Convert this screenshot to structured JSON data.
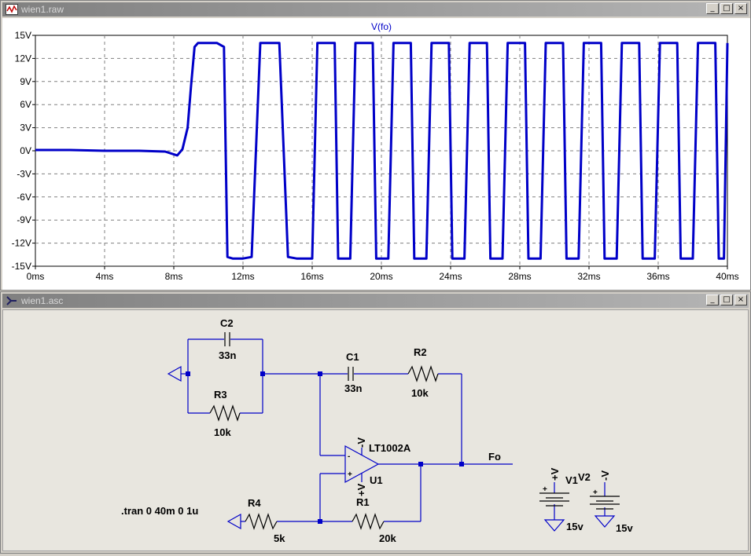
{
  "waveform_window": {
    "title": "wien1.raw",
    "buttons": {
      "minimize": "_",
      "maximize": "□",
      "close": "×"
    }
  },
  "schematic_window": {
    "title": "wien1.asc",
    "buttons": {
      "minimize": "_",
      "maximize": "□",
      "close": "×"
    }
  },
  "chart_data": {
    "type": "line",
    "title": "V(fo)",
    "xlabel": "",
    "ylabel": "",
    "xlim": [
      0,
      40
    ],
    "ylim": [
      -15,
      15
    ],
    "x_ticks": [
      "0ms",
      "4ms",
      "8ms",
      "12ms",
      "16ms",
      "20ms",
      "24ms",
      "28ms",
      "32ms",
      "36ms",
      "40ms"
    ],
    "y_ticks": [
      "15V",
      "12V",
      "9V",
      "6V",
      "3V",
      "0V",
      "-3V",
      "-6V",
      "-9V",
      "-12V",
      "-15V"
    ],
    "grid": true,
    "color": "#0000c8",
    "series": [
      {
        "name": "V(fo)",
        "x": [
          0,
          2,
          4,
          6,
          7.5,
          8.2,
          8.5,
          8.8,
          9.0,
          9.2,
          9.4,
          9.6,
          10.0,
          10.5,
          10.9,
          11.1,
          11.4,
          11.7,
          12.0,
          12.5,
          13.0,
          13.2,
          13.5,
          13.8,
          14.1,
          14.6,
          15.1,
          15.3,
          15.6,
          16.0,
          16.3,
          16.8,
          17.3,
          17.5,
          17.8,
          18.2,
          18.5,
          19.0,
          19.5,
          19.7,
          20.0,
          20.4,
          20.7,
          21.2,
          21.7,
          21.9,
          22.2,
          22.6,
          22.9,
          23.4,
          23.9,
          24.1,
          24.4,
          24.8,
          25.1,
          25.6,
          26.1,
          26.3,
          26.6,
          27.0,
          27.3,
          27.8,
          28.3,
          28.5,
          28.8,
          29.2,
          29.5,
          30.0,
          30.5,
          30.7,
          31.0,
          31.4,
          31.7,
          32.2,
          32.7,
          32.9,
          33.2,
          33.6,
          33.9,
          34.4,
          34.9,
          35.1,
          35.4,
          35.8,
          36.1,
          36.6,
          37.1,
          37.3,
          37.6,
          38.0,
          38.3,
          38.8,
          39.3,
          39.5,
          39.8,
          40
        ],
        "y": [
          0.1,
          0.1,
          0.0,
          0.0,
          -0.1,
          -0.6,
          0.2,
          3.0,
          8.5,
          13.5,
          14.0,
          14.0,
          14.0,
          14.0,
          13.5,
          -13.8,
          -14.0,
          -14.0,
          -14.0,
          -13.8,
          14.0,
          14.0,
          14.0,
          14.0,
          14.0,
          -13.8,
          -14.0,
          -14.0,
          -14.0,
          -14.0,
          14.0,
          14.0,
          14.0,
          -14.0,
          -14.0,
          -14.0,
          14.0,
          14.0,
          14.0,
          -14.0,
          -14.0,
          -14.0,
          14.0,
          14.0,
          14.0,
          -14.0,
          -14.0,
          -14.0,
          14.0,
          14.0,
          14.0,
          -14.0,
          -14.0,
          -14.0,
          14.0,
          14.0,
          14.0,
          -14.0,
          -14.0,
          -14.0,
          14.0,
          14.0,
          14.0,
          -14.0,
          -14.0,
          -14.0,
          14.0,
          14.0,
          14.0,
          -14.0,
          -14.0,
          -14.0,
          14.0,
          14.0,
          14.0,
          -14.0,
          -14.0,
          -14.0,
          14.0,
          14.0,
          14.0,
          -14.0,
          -14.0,
          -14.0,
          14.0,
          14.0,
          14.0,
          -14.0,
          -14.0,
          -14.0,
          14.0,
          14.0,
          14.0,
          -14.0,
          -14.0,
          14.0
        ]
      }
    ]
  },
  "schematic": {
    "components": {
      "c2": {
        "name": "C2",
        "value": "33n"
      },
      "r3": {
        "name": "R3",
        "value": "10k"
      },
      "c1": {
        "name": "C1",
        "value": "33n"
      },
      "r2": {
        "name": "R2",
        "value": "10k"
      },
      "u1": {
        "name": "U1",
        "part": "LT1002A"
      },
      "r4": {
        "name": "R4",
        "value": "5k"
      },
      "r1": {
        "name": "R1",
        "value": "20k"
      },
      "v1": {
        "name": "V1",
        "value": "15v"
      },
      "v2": {
        "name": "V2",
        "value": "15v"
      }
    },
    "net_label": "Fo",
    "rail_pos": "+V",
    "rail_neg": "-V",
    "plus": "+",
    "minus": "-",
    "directive": ".tran 0 40m 0 1u"
  }
}
